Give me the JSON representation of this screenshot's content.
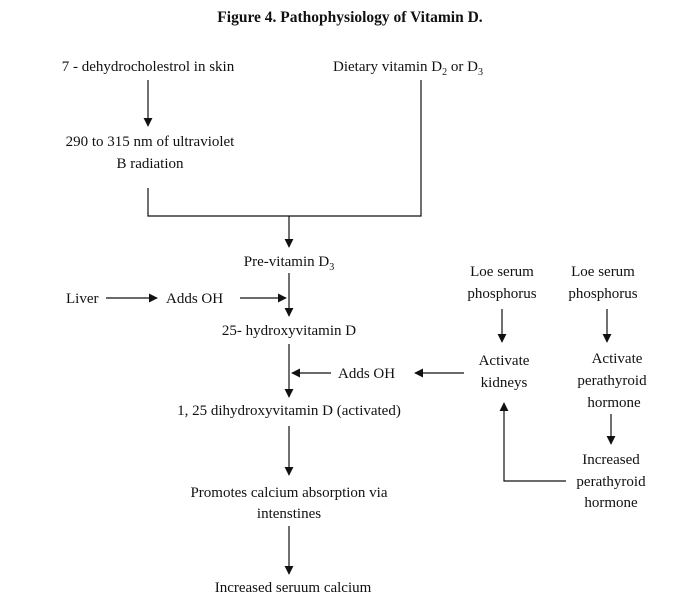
{
  "title": "Figure 4. Pathophysiology of Vitamin D.",
  "nodes": {
    "skin_precursor": "7 - dehydrocholestrol in skin",
    "dietary": {
      "prefix": "Dietary vitamin D",
      "sub1": "2",
      "mid": " or D",
      "sub2": "3"
    },
    "uvb": [
      "290 to 315 nm of ultraviolet",
      "B radiation"
    ],
    "previtamin": {
      "prefix": "Pre-vitamin D",
      "sub": "3"
    },
    "liver": "Liver",
    "adds_oh_liver": "Adds OH",
    "hydroxy25": "25- hydroxyvitamin D",
    "adds_oh_kidney": "Adds OH",
    "dihydroxy": "1, 25 dihydroxyvitamin D (activated)",
    "promotes": [
      "Promotes calcium absorption via",
      "intenstines"
    ],
    "increased_calcium": "Increased seruum calcium",
    "low_phos_left": [
      "Loe serum",
      "phosphorus"
    ],
    "low_phos_right": [
      "Loe serum",
      "phosphorus"
    ],
    "activate_kidneys": [
      "Activate",
      "kidneys"
    ],
    "activate_pth": [
      "Activate",
      "perathyroid",
      "hormone"
    ],
    "increased_pth": [
      "Increased",
      "perathyroid",
      "hormone"
    ]
  },
  "colors": {
    "ink": "#111111",
    "background": "#ffffff"
  }
}
